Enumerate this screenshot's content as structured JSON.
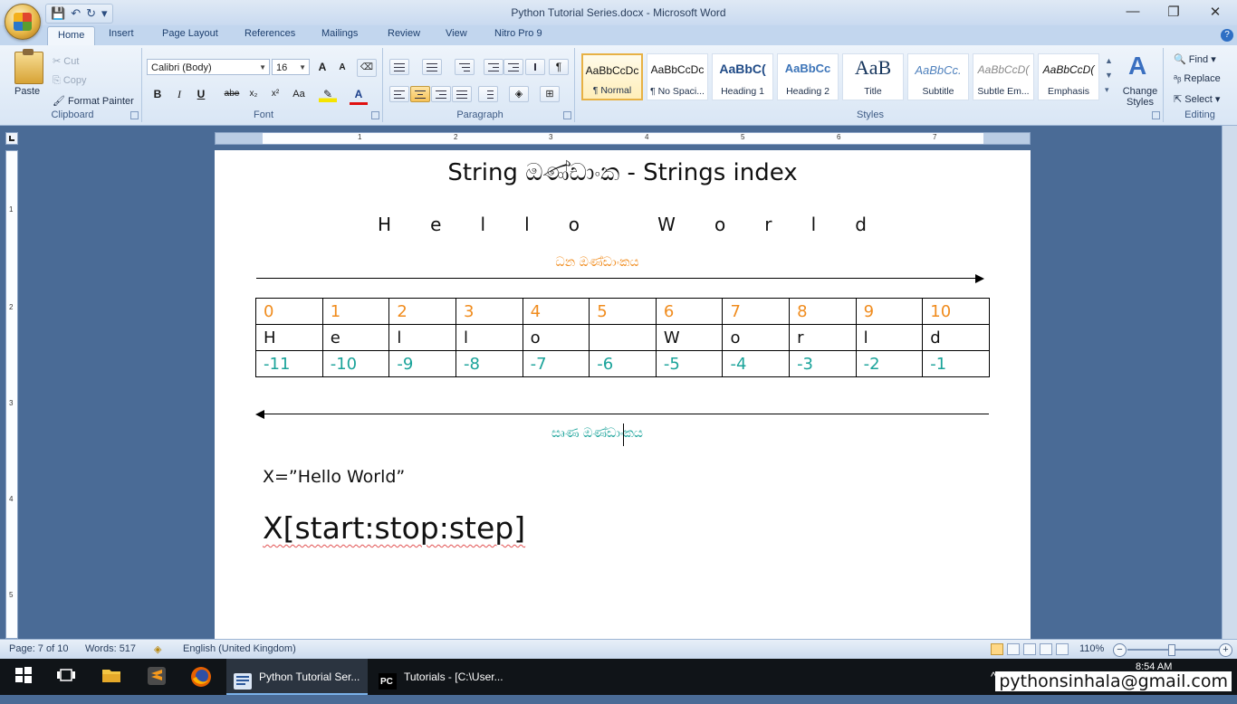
{
  "window": {
    "title": "Python Tutorial Series.docx - Microsoft Word",
    "minimize_glyph": "—",
    "maximize_glyph": "❐",
    "close_glyph": "✕"
  },
  "quick_access": {
    "save_icon": "save-icon",
    "undo_glyph": "↶",
    "redo_glyph": "↻",
    "customize_glyph": "▾"
  },
  "tabs": [
    "Home",
    "Insert",
    "Page Layout",
    "References",
    "Mailings",
    "Review",
    "View",
    "Nitro Pro 9"
  ],
  "ribbon": {
    "clipboard": {
      "label": "Clipboard",
      "paste": "Paste",
      "cut": "Cut",
      "copy": "Copy",
      "format_painter": "Format Painter"
    },
    "font": {
      "label": "Font",
      "font_name": "Calibri (Body)",
      "font_size": "16",
      "grow": "A",
      "shrink": "A",
      "bold": "B",
      "italic": "I",
      "underline": "U",
      "strike": "abe",
      "subscript": "x₂",
      "superscript": "x²",
      "change_case": "Aa",
      "font_color": "A"
    },
    "paragraph": {
      "label": "Paragraph",
      "pilcrow": "¶"
    },
    "styles": {
      "label": "Styles",
      "items": [
        {
          "sample": "AaBbCcDc",
          "name": "¶ Normal"
        },
        {
          "sample": "AaBbCcDc",
          "name": "¶ No Spaci..."
        },
        {
          "sample": "AaBbC(",
          "name": "Heading 1"
        },
        {
          "sample": "AaBbCc",
          "name": "Heading 2"
        },
        {
          "sample": "AaB",
          "name": "Title"
        },
        {
          "sample": "AaBbCc.",
          "name": "Subtitle"
        },
        {
          "sample": "AaBbCcD(",
          "name": "Subtle Em..."
        },
        {
          "sample": "AaBbCcD(",
          "name": "Emphasis"
        }
      ],
      "change_styles": "Change Styles"
    },
    "editing": {
      "label": "Editing",
      "find": "Find",
      "replace": "Replace",
      "select": "Select"
    }
  },
  "ruler": {
    "h_numbers": [
      "1",
      "2",
      "3",
      "4",
      "5",
      "6",
      "7"
    ],
    "v_numbers": [
      "1",
      "2",
      "3",
      "4",
      "5"
    ]
  },
  "document": {
    "title": "String ඔණ්ඩාංක - Strings index",
    "spaced_letters": [
      "H",
      "e",
      "l",
      "l",
      "o",
      "",
      "W",
      "o",
      "r",
      "l",
      "d"
    ],
    "positive_label": "ධන ඔණ්ඩාංකය",
    "negative_label": "සෘණ ඔණ්ඩාංකය",
    "table": {
      "positive": [
        "0",
        "1",
        "2",
        "3",
        "4",
        "5",
        "6",
        "7",
        "8",
        "9",
        "10"
      ],
      "chars": [
        "H",
        "e",
        "l",
        "l",
        "o",
        "",
        "W",
        "o",
        "r",
        "l",
        "d"
      ],
      "negative": [
        "-11",
        "-10",
        "-9",
        "-8",
        "-7",
        "-6",
        "-5",
        "-4",
        "-3",
        "-2",
        "-1"
      ]
    },
    "x_definition": "X=”Hello World”",
    "slice_syntax": "X[start:stop:step]"
  },
  "status": {
    "page": "Page: 7 of 10",
    "words": "Words: 517",
    "language": "English (United Kingdom)",
    "zoom": "110%",
    "zoom_minus": "−",
    "zoom_plus": "+"
  },
  "taskbar": {
    "tasks": [
      {
        "label": "Python Tutorial Ser...",
        "active": true
      },
      {
        "label": "Tutorials - [C:\\User...",
        "active": false
      }
    ],
    "time": "8:54 AM"
  },
  "watermark": "pythonsinhala@gmail.com",
  "colors": {
    "positive_index": "#f08c1e",
    "negative_index": "#1aa39a"
  }
}
